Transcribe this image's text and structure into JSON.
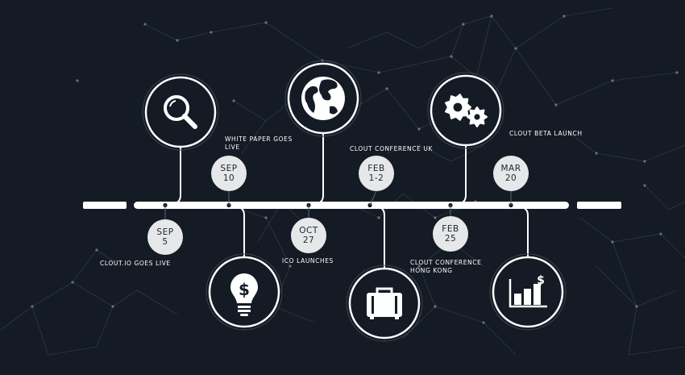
{
  "events": [
    {
      "id": "clout-live",
      "month": "SEP",
      "day": "5",
      "label_lines": [
        "CLOUT.IO GOES LIVE"
      ],
      "icon": "magnifier-icon"
    },
    {
      "id": "white-paper",
      "month": "SEP",
      "day": "10",
      "label_lines": [
        "WHITE PAPER GOES",
        "LIVE"
      ],
      "icon": "dollar-lightbulb-icon"
    },
    {
      "id": "ico",
      "month": "OCT",
      "day": "27",
      "label_lines": [
        "ICO LAUNCHES"
      ],
      "icon": "globe-icon"
    },
    {
      "id": "conf-uk",
      "month": "FEB",
      "day": "1-2",
      "label_lines": [
        "CLOUT CONFERENCE UK"
      ],
      "icon": "briefcase-icon"
    },
    {
      "id": "conf-hk",
      "month": "FEB",
      "day": "25",
      "label_lines": [
        "CLOUT CONFERENCE",
        "HONG KONG"
      ],
      "icon": "gears-icon"
    },
    {
      "id": "beta",
      "month": "MAR",
      "day": "20",
      "label_lines": [
        "CLOUT BETA LAUNCH"
      ],
      "icon": "bar-chart-dollar-icon"
    }
  ],
  "colors": {
    "background": "#141b25",
    "foreground": "#ffffff",
    "date_bubble": "#e6e7e8",
    "network_lines": "#56606c"
  }
}
